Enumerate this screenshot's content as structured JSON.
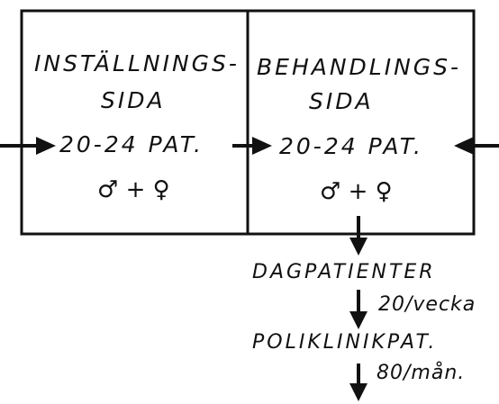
{
  "left_box": {
    "title_line1": "INSTÄLLNINGS-",
    "title_line2": "SIDA",
    "count": "20-24 PAT.",
    "gender": "♂ + ♀"
  },
  "right_box": {
    "title_line1": "BEHANDLINGS-",
    "title_line2": "SIDA",
    "count": "20-24 PAT.",
    "gender": "♂ + ♀"
  },
  "flow": {
    "day_patients_label": "DAGPATIENTER",
    "day_patients_rate": "20/vecka",
    "outpatients_label": "POLIKLINIKPAT.",
    "outpatients_rate": "80/mån."
  }
}
